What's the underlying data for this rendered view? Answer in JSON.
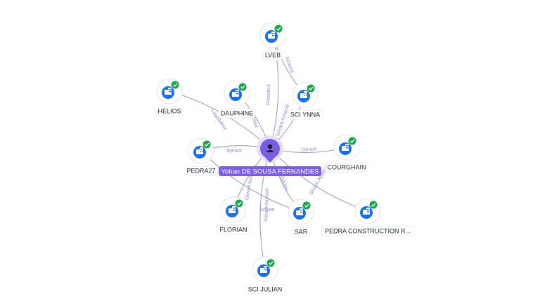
{
  "center": {
    "label": "Yohan DE SOUSA FERNANDES",
    "icon": "person-icon"
  },
  "nodes": [
    {
      "id": "lveb",
      "label": "LVEB",
      "icon": "building-icon",
      "verified": true
    },
    {
      "id": "helios",
      "label": "HELIOS",
      "icon": "building-icon",
      "verified": true
    },
    {
      "id": "dauphine",
      "label": "DAUPHINE",
      "icon": "building-icon",
      "verified": true
    },
    {
      "id": "sci-ynna",
      "label": "SCI YNNA",
      "icon": "building-icon",
      "verified": true
    },
    {
      "id": "pedra27",
      "label": "PEDRA27",
      "icon": "building-icon",
      "verified": true
    },
    {
      "id": "courghain",
      "label": "COURGHAIN",
      "icon": "building-icon",
      "verified": true
    },
    {
      "id": "florian",
      "label": "FLORIAN",
      "icon": "building-icon",
      "verified": true
    },
    {
      "id": "sar",
      "label": "SAR",
      "icon": "building-icon",
      "verified": true
    },
    {
      "id": "pedra-construction",
      "label": "PEDRA CONSTRUCTION R...",
      "icon": "building-icon",
      "verified": true
    },
    {
      "id": "sci-julian",
      "label": "SCI JULIAN",
      "icon": "building-icon",
      "verified": true
    }
  ],
  "edges": [
    {
      "to": "lveb",
      "label": "Président"
    },
    {
      "to": "helios",
      "label": "Liquidateur"
    },
    {
      "to": "dauphine",
      "label": "Gérant"
    },
    {
      "to": "sci-ynna",
      "label": "Gérant Associé"
    },
    {
      "to": "pedra27",
      "label": "Gérant"
    },
    {
      "to": "courghain",
      "label": "Gérant"
    },
    {
      "to": "florian",
      "label": "Gérant Associé"
    },
    {
      "to": "sar",
      "label": "Gérant"
    },
    {
      "to": "pedra-construction",
      "label": "Gérant Associé"
    },
    {
      "to": "sci-julian",
      "label": "Gérant Associé"
    },
    {
      "from": "lveb",
      "to": "sci-ynna",
      "label": "Associé"
    },
    {
      "from": "pedra27",
      "to": "sar",
      "label": "Ancien"
    }
  ],
  "colors": {
    "center": "#7b5ce6",
    "node": "#1c6fe3",
    "verified": "#1aa34a",
    "edge": "#9aa3bf",
    "edge_label": "#8a86d6"
  }
}
